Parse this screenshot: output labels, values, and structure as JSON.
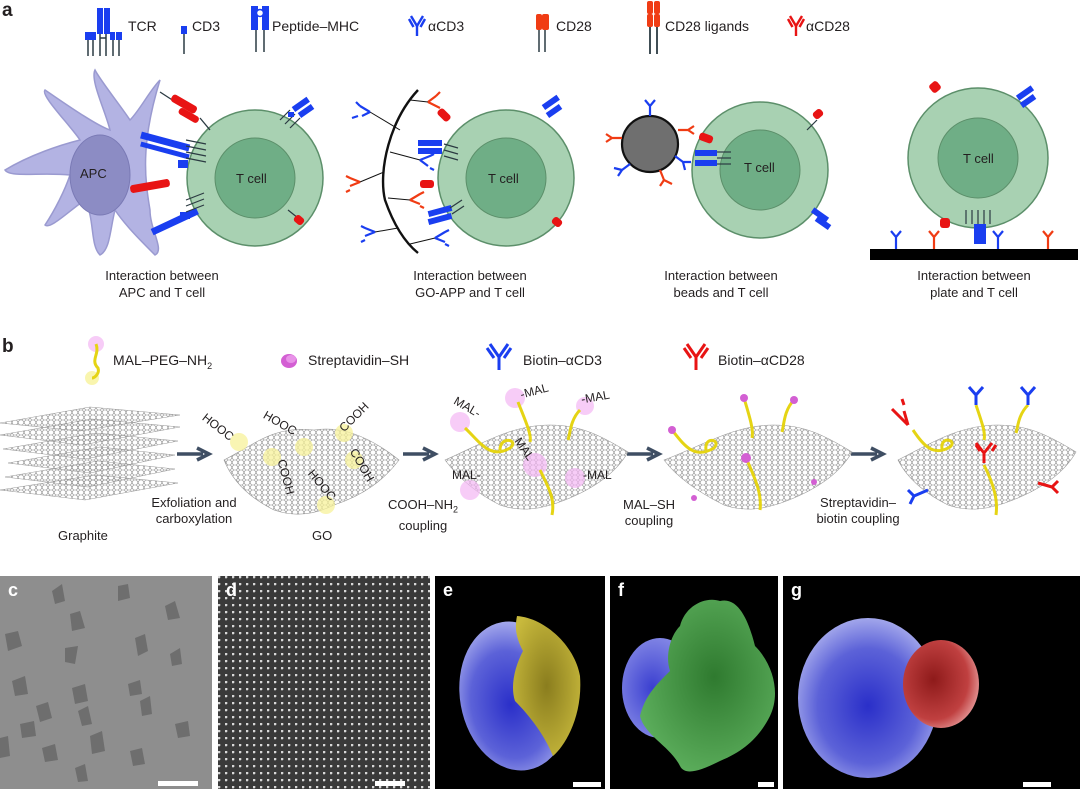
{
  "panel_a": {
    "letter": "a",
    "legend": [
      {
        "id": "tcr",
        "label": "TCR",
        "color": "#1a3ef0"
      },
      {
        "id": "cd3",
        "label": "CD3",
        "color": "#1a3ef0"
      },
      {
        "id": "peptide-mhc",
        "label": "Peptide–MHC",
        "color": "#1a3ef0"
      },
      {
        "id": "acd3",
        "label": "αCD3",
        "color": "#1a3ef0"
      },
      {
        "id": "cd28",
        "label": "CD28",
        "color": "#f03c14"
      },
      {
        "id": "cd28-ligands",
        "label": "CD28 ligands",
        "color": "#f03c14"
      },
      {
        "id": "acd28",
        "label": "αCD28",
        "color": "#e81414"
      }
    ],
    "scenes": [
      {
        "id": "apc",
        "apc_label": "APC",
        "tcell_label": "T cell",
        "caption_line1": "Interaction between",
        "caption_line2": "APC and T cell"
      },
      {
        "id": "go-app",
        "tcell_label": "T cell",
        "caption_line1": "Interaction between",
        "caption_line2": "GO-APP and T cell"
      },
      {
        "id": "beads",
        "tcell_label": "T cell",
        "caption_line1": "Interaction between",
        "caption_line2": "beads and T cell"
      },
      {
        "id": "plate",
        "tcell_label": "T cell",
        "caption_line1": "Interaction between",
        "caption_line2": "plate and T cell"
      }
    ]
  },
  "panel_b": {
    "letter": "b",
    "reagents": [
      {
        "id": "mal-peg-nh2",
        "label": "MAL–PEG–NH",
        "sub": "2"
      },
      {
        "id": "streptavidin-sh",
        "label": "Streptavidin–SH"
      },
      {
        "id": "biotin-acd3",
        "label": "Biotin–αCD3"
      },
      {
        "id": "biotin-acd28",
        "label": "Biotin–αCD28"
      }
    ],
    "stages": [
      {
        "id": "graphite",
        "label": "Graphite"
      },
      {
        "id": "go",
        "label": "GO"
      }
    ],
    "steps": [
      {
        "line1": "Exfoliation and",
        "line2": "carboxylation"
      },
      {
        "line1": "COOH–NH",
        "sub": "2",
        "line2": "coupling"
      },
      {
        "line1": "MAL–SH",
        "line2": "coupling"
      },
      {
        "line1": "Streptavidin–",
        "line2": "biotin coupling"
      }
    ],
    "group_labels": {
      "hooc": "HOOC",
      "cooh": "COOH",
      "mal_left": "MAL-",
      "mal_right": "-MAL",
      "mal": "MAL"
    }
  },
  "micrographs": [
    {
      "letter": "c",
      "type": "TEM graphene oxide flakes",
      "bg": "#8e8e8e"
    },
    {
      "letter": "d",
      "type": "high magnification dotted surface",
      "bg": "#3b3b3b"
    },
    {
      "letter": "e",
      "type": "SEM T cell with GO (blue/yellow)",
      "bg": "#000000"
    },
    {
      "letter": "f",
      "type": "SEM T cell with APC (blue/green)",
      "bg": "#000000"
    },
    {
      "letter": "g",
      "type": "SEM T cell with bead (blue/red)",
      "bg": "#000000"
    }
  ],
  "colors": {
    "blue": "#1a3ef0",
    "red": "#e8321a",
    "tcell_outer": "#a8d1b2",
    "tcell_inner": "#6fae86",
    "tcell_stroke": "#5c8f6a",
    "apc_body": "#b3b3e3",
    "apc_nucleus": "#8c8cc4",
    "arrow": "#3f4e63",
    "yellow": "#f2e422",
    "pink": "#e57ae5"
  }
}
